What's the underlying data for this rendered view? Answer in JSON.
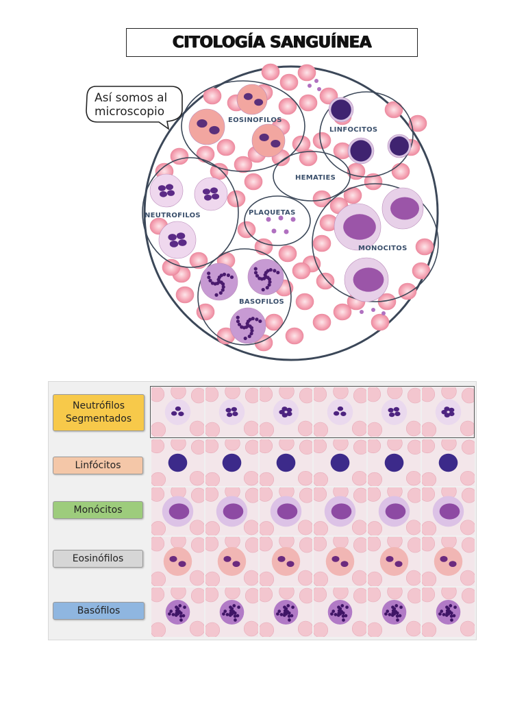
{
  "title": "CITOLOGÍA SANGUÍNEA",
  "speech_bubble": {
    "line1": "Así somos al",
    "line2": "microscopio"
  },
  "groups": {
    "eosinofilos": "EOSINOFILOS",
    "linfocitos": "LINFOCITOS",
    "hematies": "HEMATIES",
    "neutrofilos": "NEUTROFILOS",
    "plaquetas": "PLAQUETAS",
    "monocitos": "MONOCITOS",
    "basofilos": "BASOFILOS"
  },
  "table": {
    "rows": [
      {
        "line1": "Neutrófilos",
        "line2": "Segmentados",
        "color": "#f7c94a"
      },
      {
        "line1": "Linfócitos",
        "line2": "",
        "color": "#f4c7a8"
      },
      {
        "line1": "Monócitos",
        "line2": "",
        "color": "#9dcc7c"
      },
      {
        "line1": "Eosinófilos",
        "line2": "",
        "color": "#d6d6d6"
      },
      {
        "line1": "Basófilos",
        "line2": "",
        "color": "#8fb6e0"
      }
    ]
  },
  "colors": {
    "rbc": "#f4a3b2",
    "nucleus": "#5b2a86",
    "cytoplasm": "#e6c6e6",
    "eosin_cytoplasm": "#f2a6a0",
    "circle_border": "#3b4758"
  }
}
